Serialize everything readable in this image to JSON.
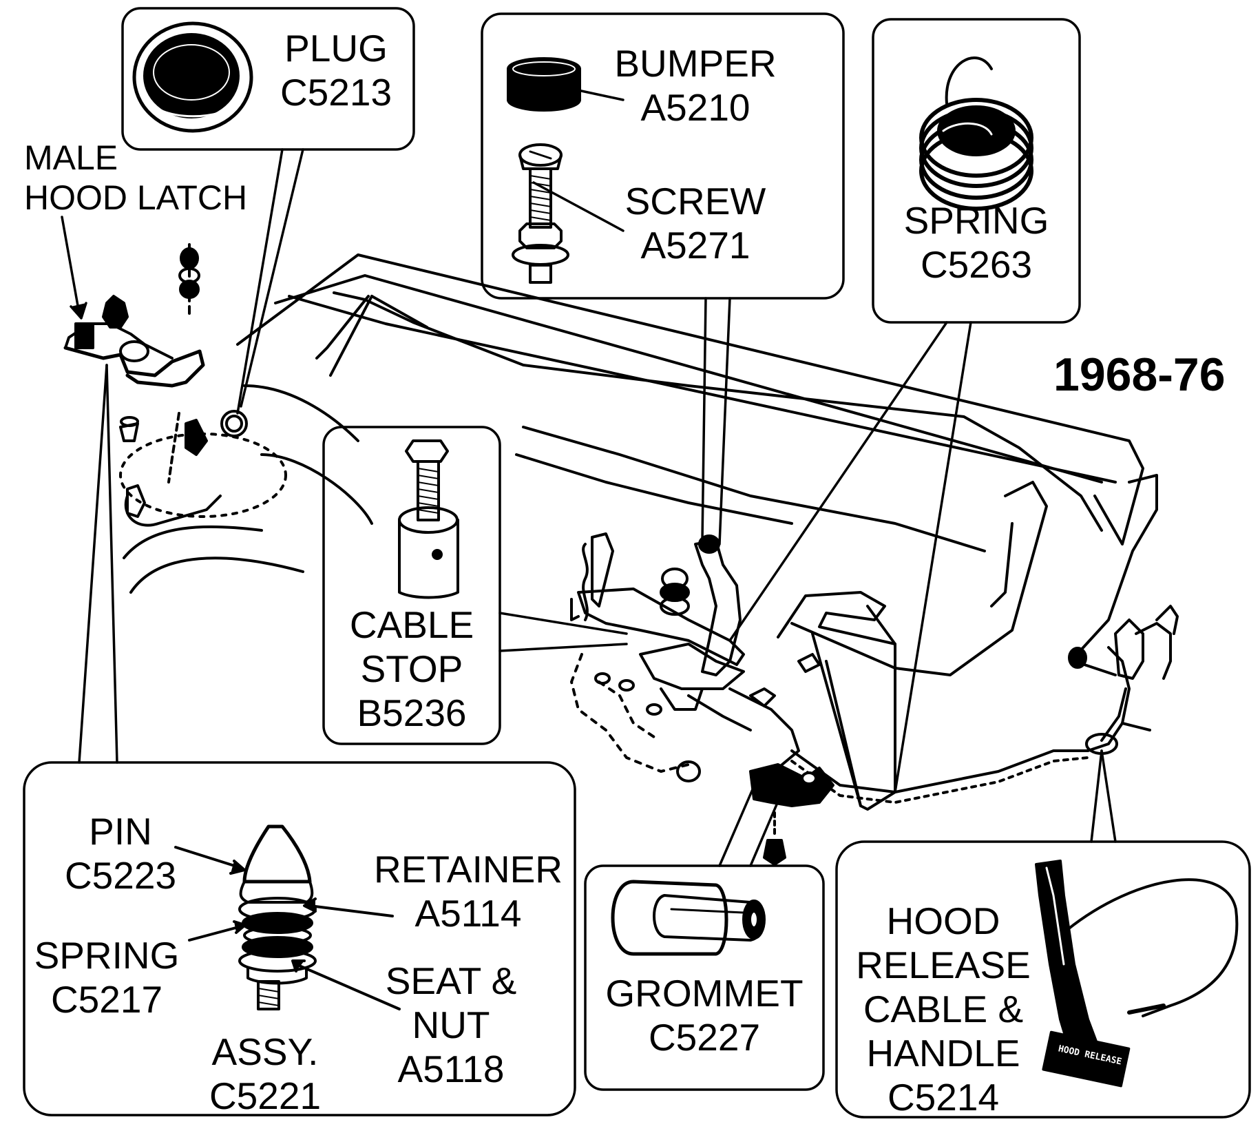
{
  "year_range": "1968-76",
  "parts": {
    "plug": {
      "name": "PLUG",
      "number": "C5213"
    },
    "male_hood_latch": {
      "line1": "MALE",
      "line2": "HOOD LATCH"
    },
    "bumper": {
      "name": "BUMPER",
      "number": "A5210"
    },
    "screw": {
      "name": "SCREW",
      "number": "A5271"
    },
    "spring_c5263": {
      "name": "SPRING",
      "number": "C5263"
    },
    "cable_stop": {
      "line1": "CABLE",
      "line2": "STOP",
      "number": "B5236"
    },
    "pin": {
      "name": "PIN",
      "number": "C5223"
    },
    "retainer": {
      "name": "RETAINER",
      "number": "A5114"
    },
    "spring_c5217": {
      "name": "SPRING",
      "number": "C5217"
    },
    "seat_nut": {
      "line1": "SEAT &",
      "line2": "NUT",
      "number": "A5118"
    },
    "assy": {
      "name": "ASSY.",
      "number": "C5221"
    },
    "grommet": {
      "name": "GROMMET",
      "number": "C5227"
    },
    "hood_release": {
      "line1": "HOOD",
      "line2": "RELEASE",
      "line3": "CABLE &",
      "line4": "HANDLE",
      "number": "C5214"
    },
    "handle_text": "HOOD RELEASE"
  }
}
